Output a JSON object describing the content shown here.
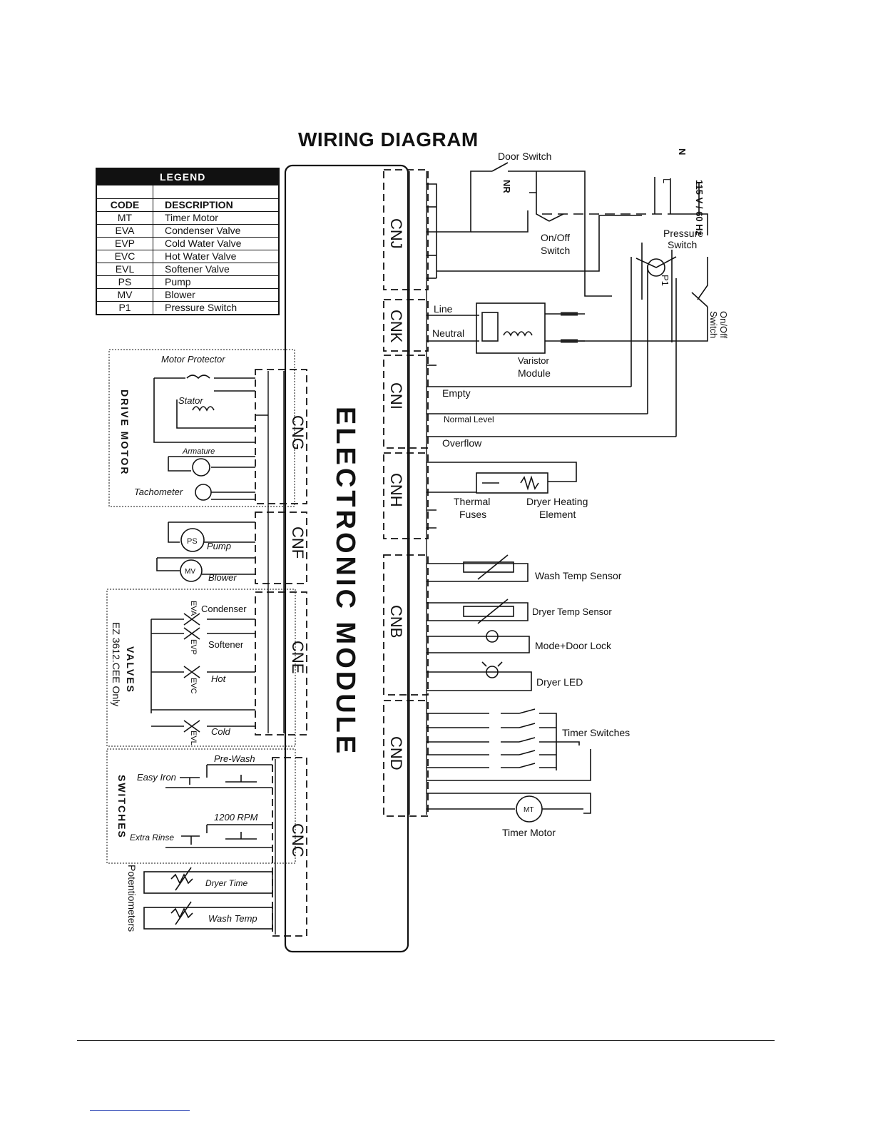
{
  "title": "WIRING DIAGRAM",
  "module": "ELECTRONIC MODULE",
  "legend": {
    "header": "LEGEND",
    "col_code": "CODE",
    "col_desc": "DESCRIPTION",
    "rows": [
      {
        "code": "MT",
        "desc": "Timer Motor"
      },
      {
        "code": "EVA",
        "desc": "Condenser Valve"
      },
      {
        "code": "EVP",
        "desc": "Cold Water Valve"
      },
      {
        "code": "EVC",
        "desc": "Hot Water Valve"
      },
      {
        "code": "EVL",
        "desc": "Softener Valve"
      },
      {
        "code": "PS",
        "desc": "Pump"
      },
      {
        "code": "MV",
        "desc": "Blower"
      },
      {
        "code": "P1",
        "desc": "Pressure Switch"
      }
    ]
  },
  "connectors": {
    "cnj": "CNJ",
    "cnk": "CNK",
    "cni": "CNI",
    "cnh": "CNH",
    "cnb": "CNB",
    "cnd": "CND",
    "cng": "CNG",
    "cnf": "CNF",
    "cne": "CNE",
    "cnc": "CNC"
  },
  "labels": {
    "door_switch": "Door Switch",
    "nr": "NR",
    "onoff_switch_line1": "On/Off",
    "onoff_switch_line2": "Switch",
    "power": "115 V / 60 Hz",
    "power_n": "N",
    "power_l": "L",
    "pressure_switch_line1": "Pressure",
    "pressure_switch_line2": "Switch",
    "p1": "P1",
    "onoff_right_line1": "On/Off",
    "onoff_right_line2": "Switch",
    "line": "Line",
    "neutral": "Neutral",
    "varistor_line1": "Varistor",
    "varistor_line2": "Module",
    "empty": "Empty",
    "normal_level": "Normal Level",
    "overflow": "Overflow",
    "thermal_line1": "Thermal",
    "thermal_line2": "Fuses",
    "dryer_heating_line1": "Dryer Heating",
    "dryer_heating_line2": "Element",
    "wash_temp_sensor": "Wash Temp Sensor",
    "dryer_temp_sensor": "Dryer Temp Sensor",
    "mode_door_lock": "Mode+Door Lock",
    "dryer_led": "Dryer LED",
    "timer_switches": "Timer Switches",
    "timer_motor": "Timer Motor",
    "mt": "MT",
    "motor_protector": "Motor Protector",
    "stator": "Stator",
    "armature": "Armature",
    "tachometer": "Tachometer",
    "drive_motor": "DRIVE MOTOR",
    "pump": "Pump",
    "blower": "Blower",
    "ps": "PS",
    "mv": "MV",
    "condenser": "Condenser",
    "softener": "Softener",
    "hot": "Hot",
    "cold": "Cold",
    "eva": "EVA",
    "evp": "EVP",
    "evc": "EVC",
    "evl": "EVL",
    "valves": "VALVES",
    "valves_note": "EZ 3612.CEE Only",
    "pre_wash": "Pre-Wash",
    "easy_iron": "Easy Iron",
    "rpm_1200": "1200 RPM",
    "extra_rinse": "Extra Rinse",
    "switches": "SWITCHES",
    "dryer_time": "Dryer Time",
    "wash_temp": "Wash Temp",
    "potentiometers": "Potentiometers"
  }
}
